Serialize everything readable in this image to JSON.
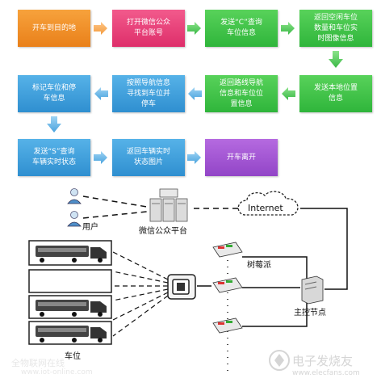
{
  "flow": {
    "steps": [
      "开车到目的地",
      "打开微信公众\n平台账号",
      "发送“C”查询\n车位信息",
      "返回空闲车位\n数量和车位实\n时图像信息",
      "发送本地位置\n信息",
      "返回路线导航\n信息和车位位\n置信息",
      "按照导航信息\n寻找到车位并\n停车",
      "标记车位和停\n车信息",
      "发送“S”查询\n车辆实时状态",
      "返回车辆实时\n状态图片",
      "开车离开"
    ]
  },
  "network": {
    "internet_label": "Internet",
    "wechat_label": "微信公众平台",
    "user_label": "用户",
    "raspberry_label": "树莓派",
    "master_label": "主控节点",
    "parking_label": "车位"
  },
  "watermark": {
    "left_title": "全物联网在线",
    "left_url": "www.iot-online.com",
    "right_brand": "电子发烧友",
    "right_url": "www.elecfans.com"
  },
  "colors": {
    "orange": "#f0902a",
    "pink": "#e8437b",
    "green": "#3cc046",
    "blue": "#3f9fdc",
    "purple": "#a457d4"
  }
}
